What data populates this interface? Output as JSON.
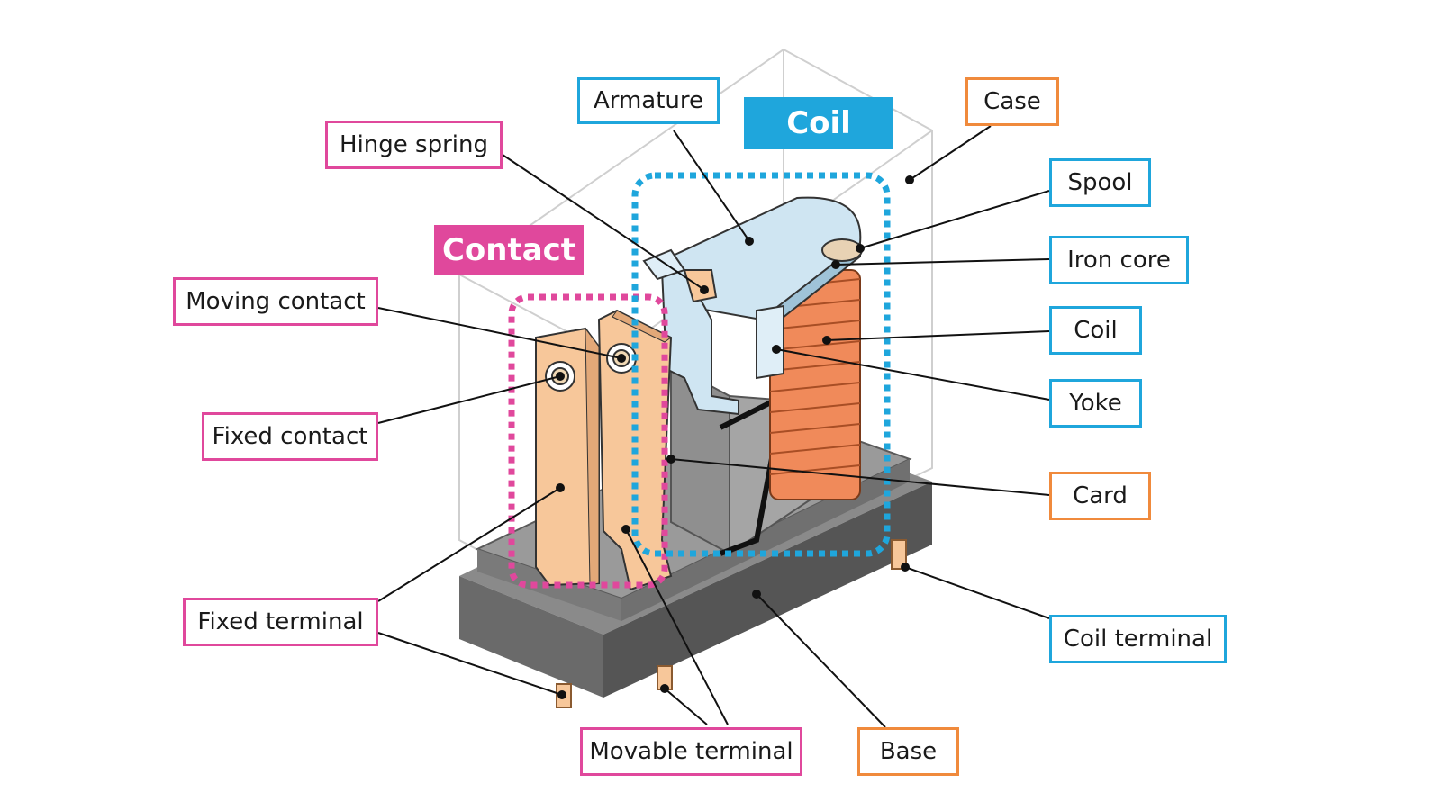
{
  "groups": {
    "contact": "Contact",
    "coil": "Coil"
  },
  "labels": {
    "armature": "Armature",
    "hinge_spring": "Hinge spring",
    "case": "Case",
    "spool": "Spool",
    "iron_core": "Iron core",
    "coil": "Coil",
    "yoke": "Yoke",
    "card": "Card",
    "coil_terminal": "Coil terminal",
    "base": "Base",
    "movable_terminal": "Movable terminal",
    "fixed_terminal": "Fixed terminal",
    "fixed_contact": "Fixed contact",
    "moving_contact": "Moving contact"
  },
  "colors": {
    "contact_group": "#e0489c",
    "coil_group": "#1fa6dc",
    "component": "#f08a3c",
    "copper": "#f7c79a",
    "coil_winding": "#f08a5a",
    "base": "#707070",
    "case_outline": "#cfcfcf"
  }
}
